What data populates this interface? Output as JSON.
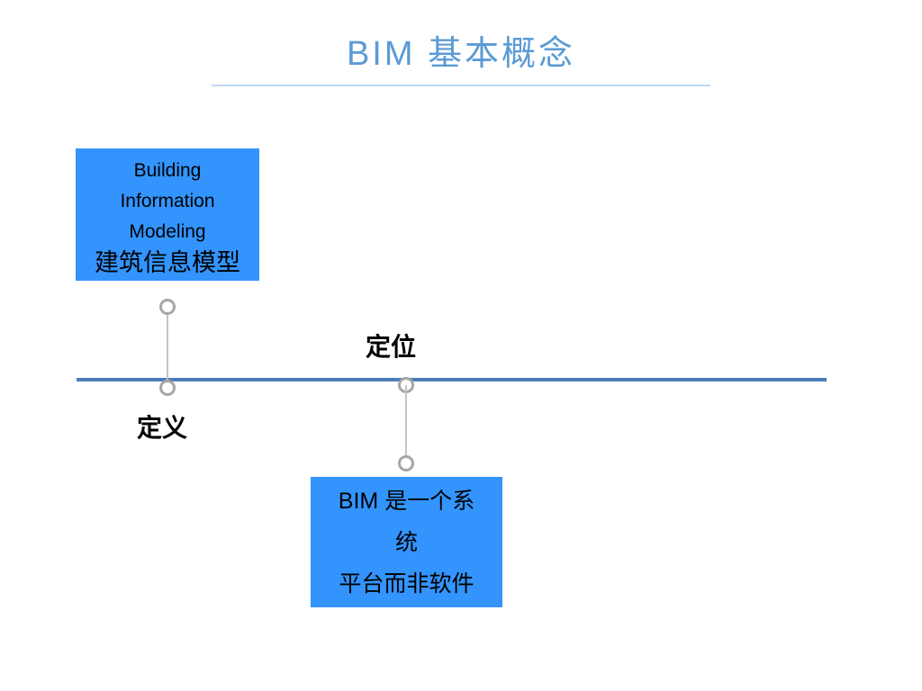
{
  "slide": {
    "title": "BIM 基本概念",
    "title_color": "#5b9bd5",
    "rule_color": "#bcd6ee",
    "background": "#ffffff",
    "axis_color": "#4a7ebb",
    "box_color": "#3394fd",
    "marker_color": "#a6a6a6",
    "stem_color": "#c3c3c3"
  },
  "timeline": {
    "nodes": [
      {
        "label": "定义",
        "label_position": "below-axis",
        "box_position": "above-axis",
        "box_lines": [
          {
            "text": "Building",
            "script": "latin"
          },
          {
            "text": "Information",
            "script": "latin"
          },
          {
            "text": "Modeling",
            "script": "latin"
          },
          {
            "text": "建筑信息模型",
            "script": "han"
          }
        ]
      },
      {
        "label": "定位",
        "label_position": "above-axis",
        "box_position": "below-axis",
        "box_lines": [
          {
            "text": "BIM 是一个系",
            "script": "mixed"
          },
          {
            "text": "统",
            "script": "han"
          },
          {
            "text": "平台而非软件",
            "script": "han"
          }
        ]
      }
    ]
  }
}
